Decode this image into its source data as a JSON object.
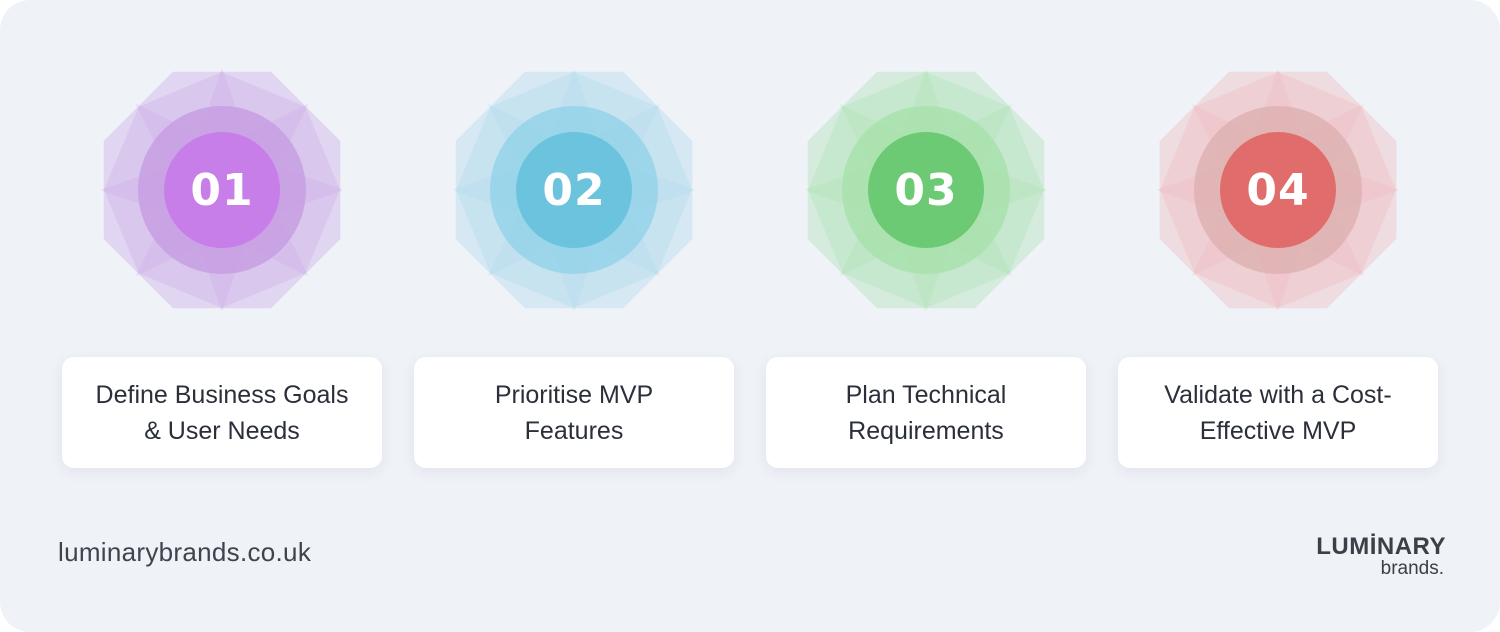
{
  "steps": [
    {
      "number": "01",
      "label_line1": "Define Business Goals",
      "label_line2": "& User Needs",
      "colors": {
        "halo": "#c9a4e6",
        "ring": "#c49ae0",
        "core": "#c77ee8"
      }
    },
    {
      "number": "02",
      "label_line1": "Prioritise MVP",
      "label_line2": "Features",
      "colors": {
        "halo": "#a8d6ec",
        "ring": "#8fd2e8",
        "core": "#6cc3dd"
      }
    },
    {
      "number": "03",
      "label_line1": "Plan Technical",
      "label_line2": "Requirements",
      "colors": {
        "halo": "#a6e0ad",
        "ring": "#a4e0a8",
        "core": "#6bca73"
      }
    },
    {
      "number": "04",
      "label_line1": "Validate with a Cost-",
      "label_line2": "Effective MVP",
      "colors": {
        "halo": "#eeb4b7",
        "ring": "#dcaeae",
        "core": "#e06d6c"
      }
    }
  ],
  "footer": {
    "url": "luminarybrands.co.uk",
    "logo_top": "LUMİNARY",
    "logo_bottom": "brands."
  }
}
